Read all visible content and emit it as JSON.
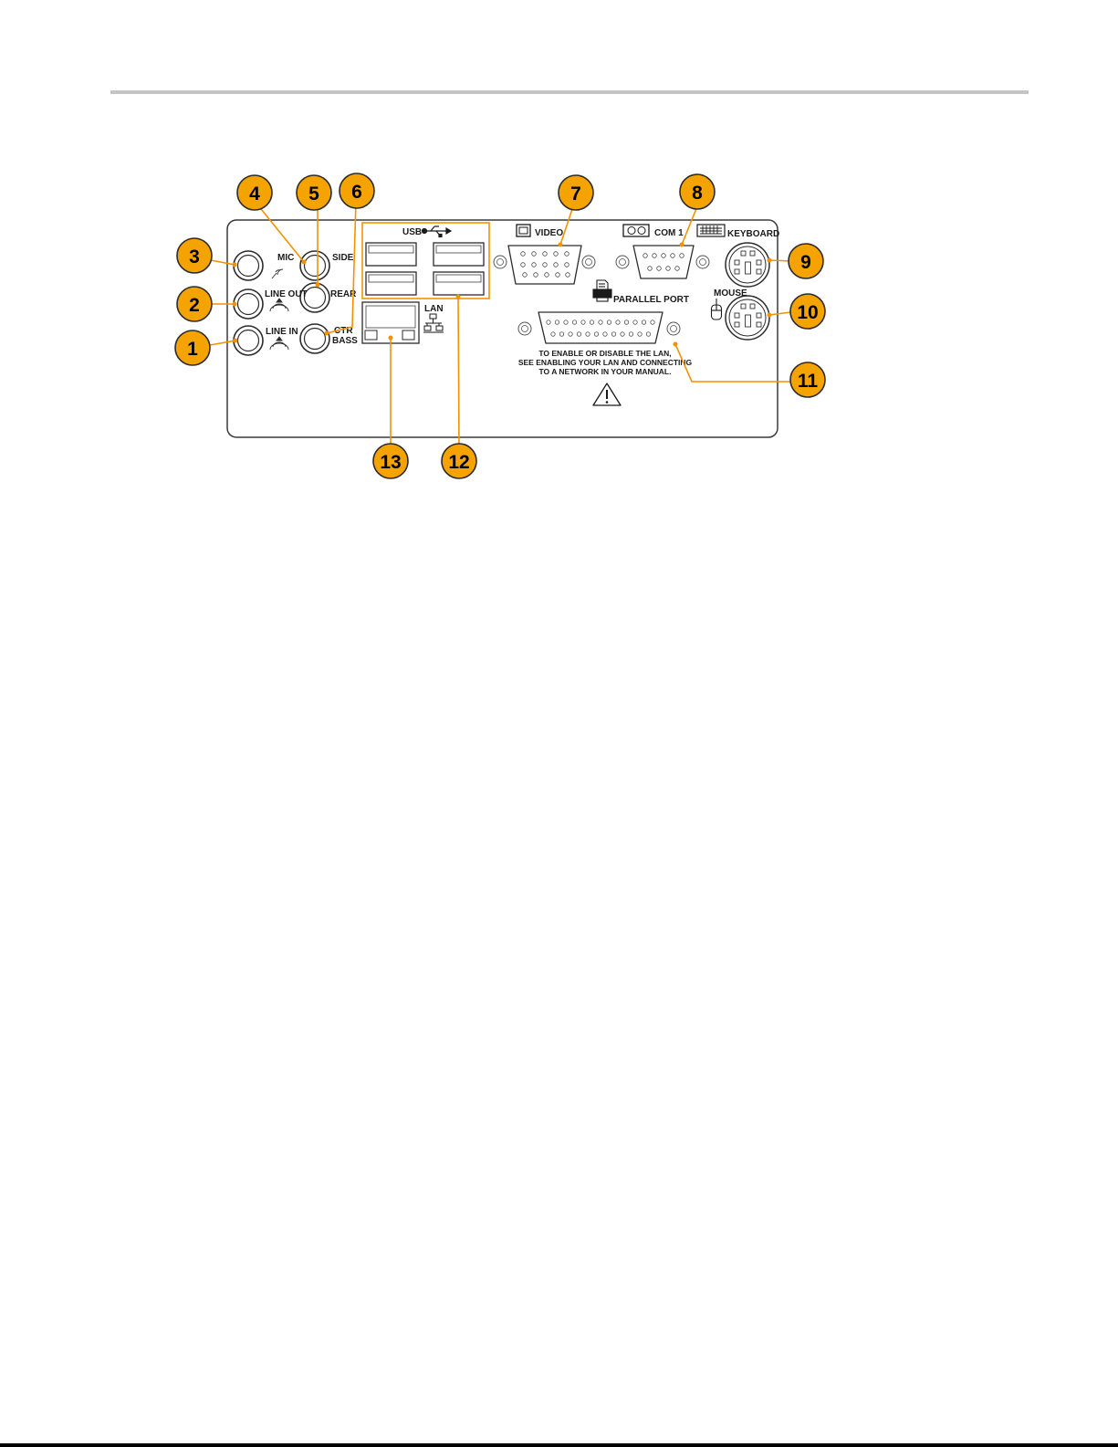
{
  "colors": {
    "callout_fill": "#f5a300",
    "callout_stroke": "#2b2b2b",
    "leader": "#f39200",
    "panel_stroke": "#3a3a3a",
    "rule": "#c4c4c4"
  },
  "panel": {
    "labels": {
      "mic": "MIC",
      "line_out": "LINE OUT",
      "line_in": "LINE IN",
      "side": "SIDE",
      "rear": "REAR",
      "ctr": "CTR",
      "bass": "BASS",
      "usb": "USB",
      "lan": "LAN",
      "video": "VIDEO",
      "com1": "COM 1",
      "keyboard": "KEYBOARD",
      "mouse": "MOUSE",
      "parallel_port": "PARALLEL PORT"
    },
    "lan_note": [
      "TO ENABLE OR DISABLE THE LAN,",
      "SEE ENABLING YOUR LAN AND CONNECTING",
      "TO A NETWORK IN YOUR MANUAL."
    ]
  },
  "callouts": [
    "1",
    "2",
    "3",
    "4",
    "5",
    "6",
    "7",
    "8",
    "9",
    "10",
    "11",
    "12",
    "13"
  ],
  "icons": [
    "mic-icon",
    "speaker-icon",
    "usb-icon",
    "monitor-icon",
    "serial-icon",
    "keyboard-icon",
    "mouse-icon",
    "printer-icon",
    "network-icon",
    "warning-icon"
  ]
}
